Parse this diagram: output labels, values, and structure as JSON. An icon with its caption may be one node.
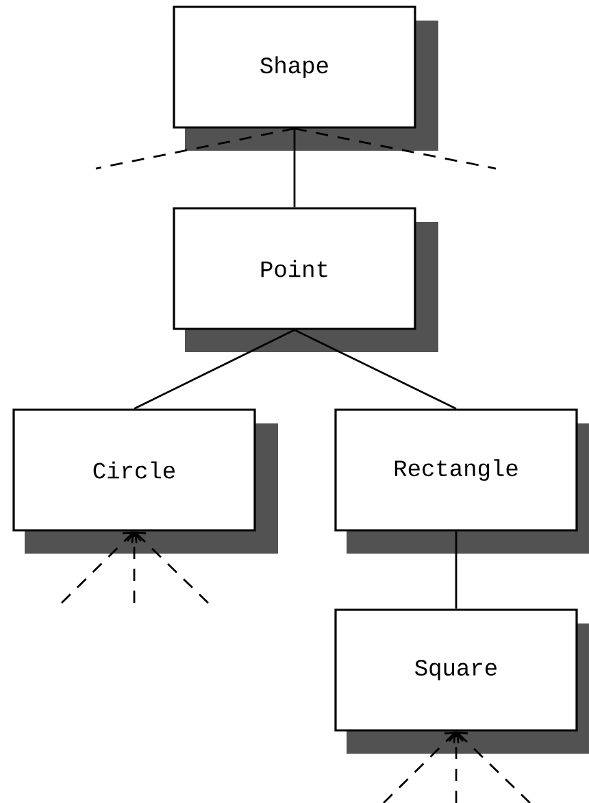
{
  "diagram": {
    "nodes": [
      {
        "text": [
          "Shape"
        ]
      },
      {
        "text": [
          "Point"
        ]
      },
      {
        "text": [
          "Circle"
        ]
      },
      {
        "text": [
          "Rectangle"
        ]
      },
      {
        "text": [
          "Square"
        ]
      }
    ],
    "edges": [
      {
        "from": 0,
        "to": 1,
        "arrow": "none"
      },
      {
        "from": 1,
        "to": 2,
        "arrow": "none"
      },
      {
        "from": 1,
        "to": 3,
        "arrow": "none"
      },
      {
        "from": 3,
        "to": 4,
        "arrow": "none"
      },
      {
        "from": 0,
        "to": null,
        "arrow": "none",
        "style": "dashed"
      },
      {
        "from": 0,
        "to": null,
        "arrow": "none",
        "style": "dashed"
      },
      {
        "from": null,
        "to": 2,
        "arrow": "to",
        "style": "dashed"
      },
      {
        "from": null,
        "to": 2,
        "arrow": "to",
        "style": "dashed"
      },
      {
        "from": null,
        "to": 2,
        "arrow": "to",
        "style": "dashed"
      },
      {
        "from": null,
        "to": 4,
        "arrow": "to",
        "style": "dashed"
      },
      {
        "from": null,
        "to": 4,
        "arrow": "to",
        "style": "dashed"
      },
      {
        "from": null,
        "to": 4,
        "arrow": "to",
        "style": "dashed"
      }
    ]
  }
}
